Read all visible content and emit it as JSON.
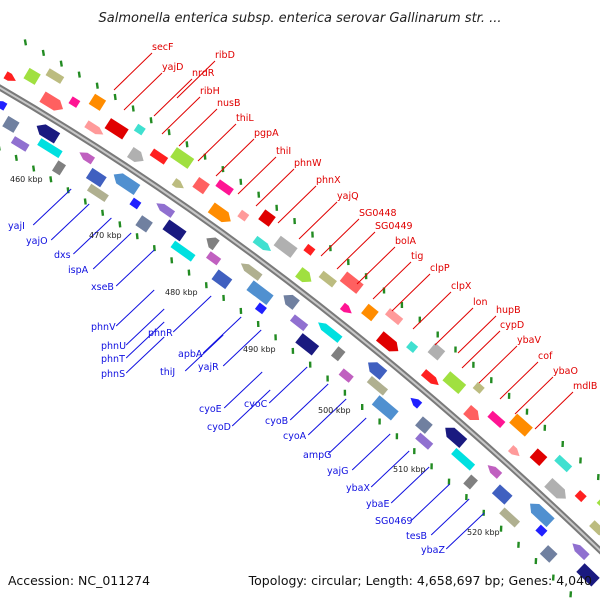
{
  "header": {
    "title": "Salmonella enterica subsp. enterica serovar Gallinarum str. ..."
  },
  "footer": {
    "accession": "Accession: NC_011274",
    "summary": "Topology: circular; Length: 4,658,697 bp; Genes: 4,040"
  },
  "scale_markers": [
    "460 kbp",
    "470 kbp",
    "480 kbp",
    "490 kbp",
    "500 kbp",
    "510 kbp",
    "520 kbp"
  ],
  "forward_genes": [
    "secF",
    "yajD",
    "ribD",
    "nrdR",
    "ribH",
    "nusB",
    "thiL",
    "pgpA",
    "thiI",
    "phnW",
    "phnX",
    "yajQ",
    "SG0448",
    "SG0449",
    "bolA",
    "tig",
    "clpP",
    "clpX",
    "lon",
    "hupB",
    "cypD",
    "ybaV",
    "cof",
    "ybaO",
    "mdlB"
  ],
  "reverse_genes": [
    "yajI",
    "yajO",
    "dxs",
    "ispA",
    "xseB",
    "phnV",
    "phnU",
    "phnT",
    "phnS",
    "phnR",
    "thiJ",
    "apbA",
    "yajR",
    "cyoE",
    "cyoD",
    "cyoC",
    "cyoB",
    "cyoA",
    "ampG",
    "yajG",
    "ybaX",
    "ybaE",
    "SG0469",
    "tesB",
    "ybaZ"
  ],
  "colors": {
    "forward_strand": "#ff0000",
    "reverse_strand": "#0000ff",
    "backbone": "#888888",
    "skew_marks": "#228b22"
  }
}
